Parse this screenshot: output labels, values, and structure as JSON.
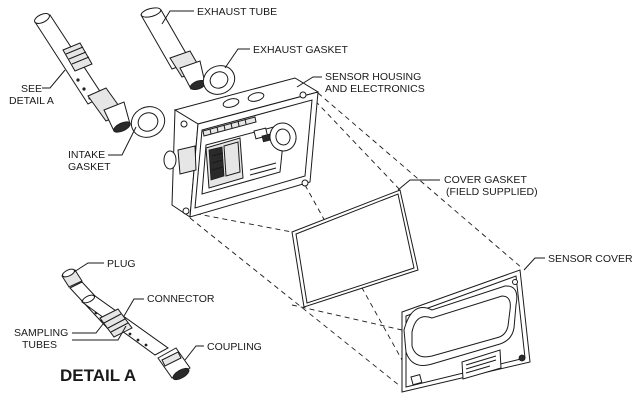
{
  "labels": {
    "exhaust_tube": "EXHAUST TUBE",
    "exhaust_gasket": "EXHAUST GASKET",
    "sensor_housing_1": "SENSOR HOUSING",
    "sensor_housing_2": "AND ELECTRONICS",
    "see_detail_1": "SEE",
    "see_detail_2": "DETAIL A",
    "intake_gasket_1": "INTAKE",
    "intake_gasket_2": "GASKET",
    "cover_gasket_1": "COVER GASKET",
    "cover_gasket_2": "(FIELD SUPPLIED)",
    "sensor_cover": "SENSOR COVER",
    "plug": "PLUG",
    "connector": "CONNECTOR",
    "sampling_tubes_1": "SAMPLING",
    "sampling_tubes_2": "TUBES",
    "coupling": "COUPLING",
    "detail_title": "DETAIL A"
  }
}
